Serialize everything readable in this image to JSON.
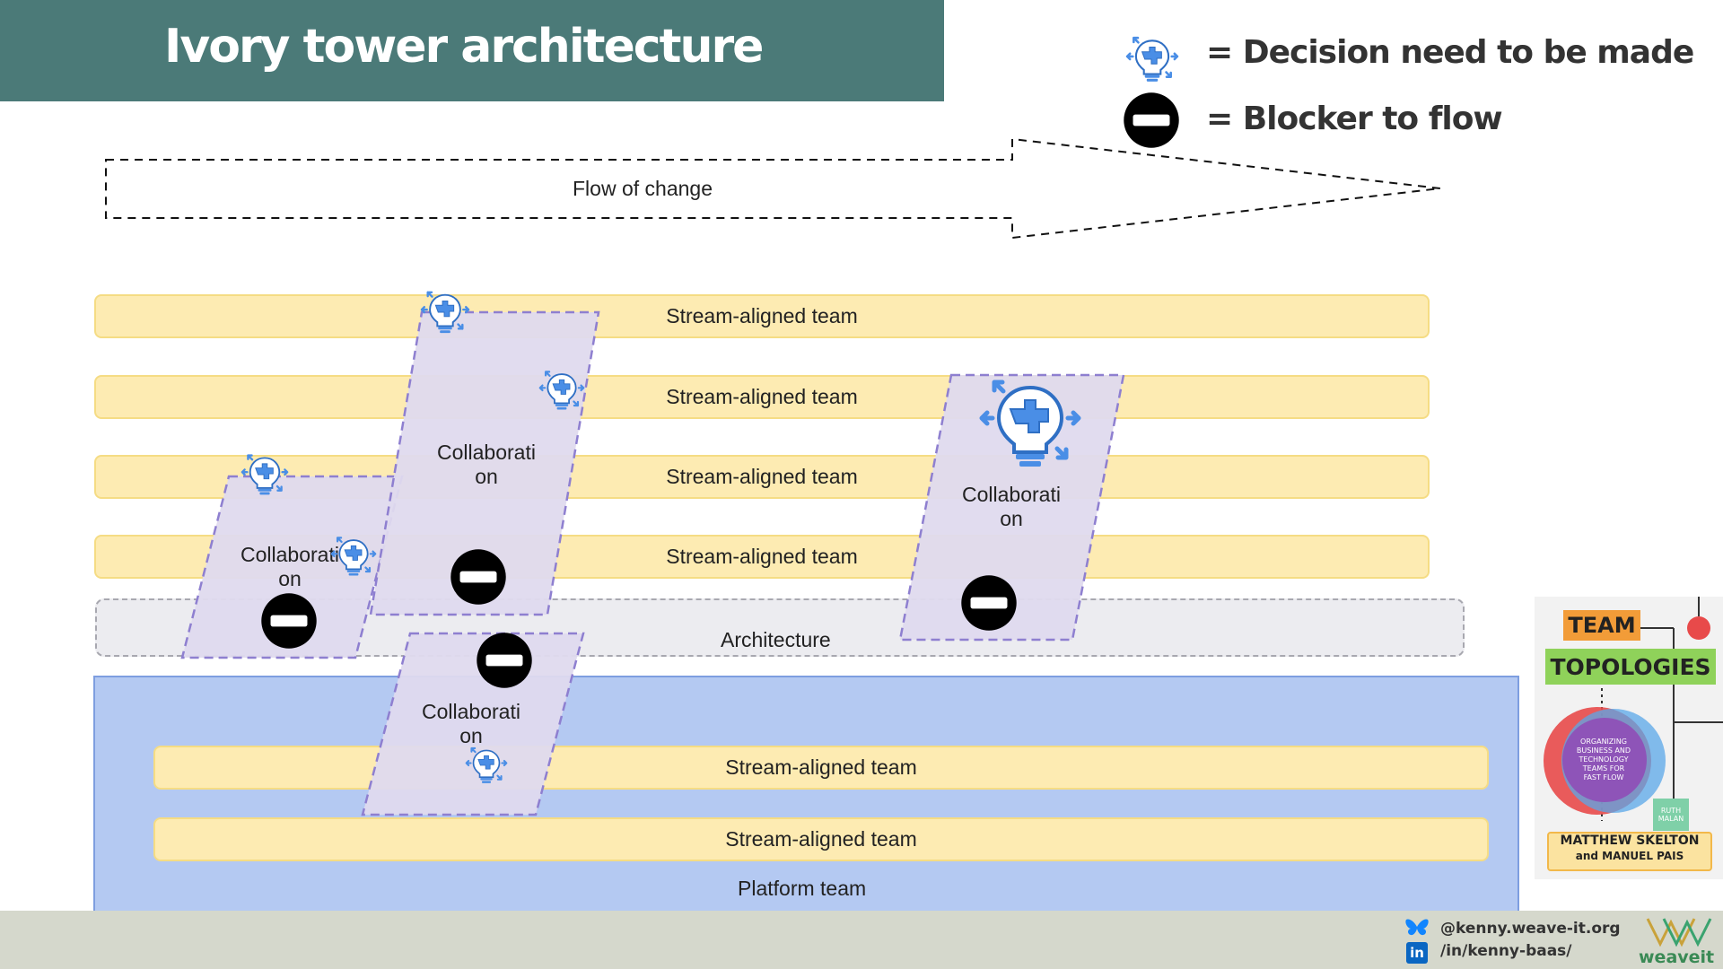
{
  "header": {
    "title": "Ivory tower architecture"
  },
  "legend": {
    "decision_icon": "lightbulb-puzzle-icon",
    "decision_label": "= Decision need to be made",
    "blocker_icon": "no-entry-icon",
    "blocker_label": "= Blocker to flow"
  },
  "diagram": {
    "flow_label": "Flow of change",
    "stream_label": "Stream-aligned team",
    "architecture_label": "Architecture",
    "platform_label": "Platform team",
    "collaboration_label": "Collaboration",
    "collab_text": [
      "Collaborati",
      "on"
    ]
  },
  "book": {
    "title_line1": "TEAM",
    "title_line2": "TOPOLOGIES",
    "subtitle": "ORGANIZING BUSINESS AND TECHNOLOGY TEAMS FOR FAST FLOW",
    "foreword": "RUTH MALAN",
    "authors_line1": "MATTHEW SKELTON",
    "authors_line2": "and MANUEL PAIS"
  },
  "footer": {
    "bluesky": "@kenny.weave-it.org",
    "linkedin": "/in/kenny-baas/",
    "logo_text": "weaveit",
    "bluesky_icon": "butterfly-icon",
    "linkedin_icon": "linkedin-icon"
  },
  "colors": {
    "title_bar": "#4b7a78",
    "stream": "#fdebb2",
    "platform": "#b4c9f2",
    "collaboration": "#dfdaee",
    "footer": "#d5d8cc"
  }
}
